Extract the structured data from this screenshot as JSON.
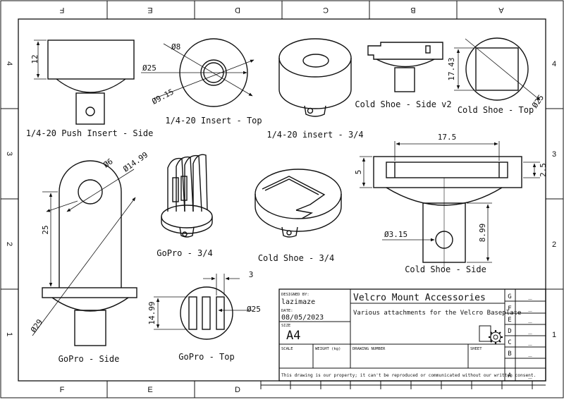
{
  "zones": {
    "top": [
      "F",
      "E",
      "D",
      "C",
      "B",
      "A"
    ],
    "bottom": [
      "F",
      "E",
      "D"
    ],
    "left": [
      "4",
      "3",
      "2",
      "1"
    ],
    "right": [
      "4",
      "3",
      "2",
      "1"
    ]
  },
  "views": {
    "push_insert_side": {
      "label": "1/4-20 Push Insert - Side",
      "dim_height": "12"
    },
    "insert_top": {
      "label": "1/4-20 Insert - Top",
      "dim_d8": "Ø8",
      "dim_d25": "Ø25",
      "dim_d915": "Ø9.15"
    },
    "insert_34": {
      "label": "1/4-20 insert - 3/4"
    },
    "cold_shoe_side_v2": {
      "label": "Cold Shoe - Side v2"
    },
    "cold_shoe_top": {
      "label": "Cold Shoe - Top",
      "dim_1743": "17.43",
      "dim_d25": "Ø25"
    },
    "gopro_side": {
      "label": "GoPro - Side",
      "dim_d6": "Ø6",
      "dim_d1499": "Ø14.99",
      "dim_25": "25",
      "dim_d29": "Ø29"
    },
    "gopro_34": {
      "label": "GoPro - 3/4"
    },
    "cold_shoe_34": {
      "label": "Cold Shoe - 3/4"
    },
    "cold_shoe_side": {
      "label": "Cold Shoe - Side",
      "dim_175": "17.5",
      "dim_5": "5",
      "dim_25": "2.5",
      "dim_d315": "Ø3.15",
      "dim_899": "8.99"
    },
    "gopro_top": {
      "label": "GoPro - Top",
      "dim_3": "3",
      "dim_1499": "14.99",
      "dim_d25": "Ø25"
    }
  },
  "title_block": {
    "designed_by_label": "DESIGNED BY:",
    "designer": "lazimaze",
    "date_label": "DATE:",
    "date": "08/05/2023",
    "size_label": "SIZE",
    "size": "A4",
    "title": "Velcro Mount Accessories",
    "subtitle": "Various attachments for the Velcro Baseplate",
    "scale_label": "SCALE",
    "weight_label": "WEIGHT (kg)",
    "drawing_number_label": "DRAWING NUMBER",
    "sheet_label": "SHEET",
    "notice": "This drawing is our property; it can't be reproduced or communicated without our written consent.",
    "revisions": [
      {
        "letter": "G",
        "mark": "_"
      },
      {
        "letter": "F",
        "mark": "_"
      },
      {
        "letter": "E",
        "mark": "_"
      },
      {
        "letter": "D",
        "mark": "_"
      },
      {
        "letter": "C",
        "mark": "_"
      },
      {
        "letter": "B",
        "mark": "_"
      },
      {
        "letter": "A",
        "mark": "_"
      }
    ]
  },
  "colors": {
    "line": "#111111",
    "background": "#ffffff"
  }
}
